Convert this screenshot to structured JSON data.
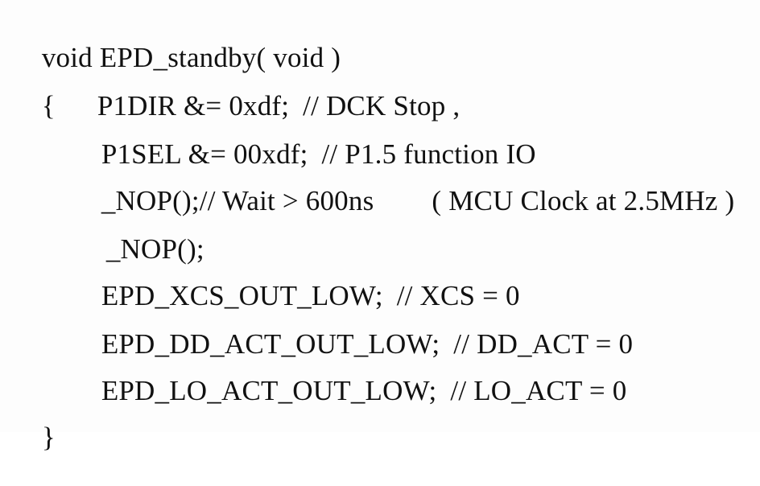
{
  "code": {
    "signature": "void EPD_standby( void )",
    "open_brace": "{",
    "line1_stmt": "P1DIR &= 0xdf;",
    "line1_comment": "// DCK Stop ,",
    "line2_stmt": "P1SEL &= 00xdf;",
    "line2_comment": "// P1.5 function IO",
    "line3_stmt": "_NOP();",
    "line3_comment": "// Wait > 600ns",
    "line3_note": "( MCU Clock at 2.5MHz )",
    "line4_stmt": "_NOP();",
    "line5_stmt": "EPD_XCS_OUT_LOW;",
    "line5_comment": "// XCS = 0",
    "line6_stmt": "EPD_DD_ACT_OUT_LOW;",
    "line6_comment": "// DD_ACT = 0",
    "line7_stmt": "EPD_LO_ACT_OUT_LOW;",
    "line7_comment": "// LO_ACT = 0",
    "close_brace": "}"
  }
}
